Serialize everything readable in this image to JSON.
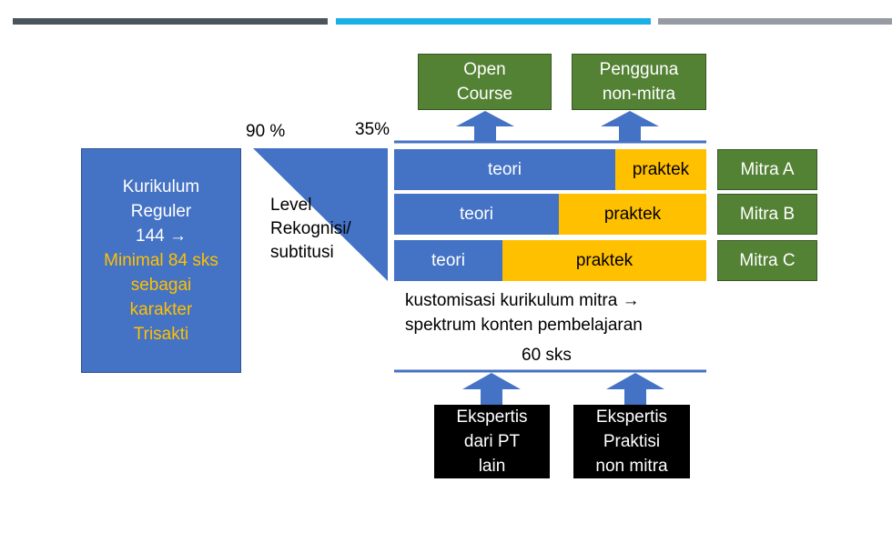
{
  "header_colors": [
    "#4a545c",
    "#1ab0e6",
    "#959aa3"
  ],
  "kurikulum": {
    "line1": "Kurikulum",
    "line2": "Reguler",
    "line3": "144 →",
    "line4": "Minimal 84 sks",
    "line5": "sebagai",
    "line6": "karakter",
    "line7": "Trisakti"
  },
  "pct_high": "90 %",
  "pct_low": "35%",
  "level": {
    "line1": "Level",
    "line2": "Rekognisi/",
    "line3": "subtitusi"
  },
  "outputs": [
    {
      "line1": "Open",
      "line2": "Course"
    },
    {
      "line1": "Pengguna",
      "line2": "non-mitra"
    }
  ],
  "rows": [
    {
      "teori": "teori",
      "praktek": "praktek",
      "mitra": "Mitra A",
      "teori_fraction": 0.71
    },
    {
      "teori": "teori",
      "praktek": "praktek",
      "mitra": "Mitra B",
      "teori_fraction": 0.53
    },
    {
      "teori": "teori",
      "praktek": "praktek",
      "mitra": "Mitra C",
      "teori_fraction": 0.35
    }
  ],
  "caption": {
    "line1": "kustomisasi kurikulum mitra →",
    "line2": "spektrum konten pembelajaran",
    "line3": "60 sks"
  },
  "inputs": [
    {
      "line1": "Ekspertis",
      "line2": "dari PT",
      "line3": "lain"
    },
    {
      "line1": "Ekspertis",
      "line2": "Praktisi",
      "line3": "non mitra"
    }
  ]
}
